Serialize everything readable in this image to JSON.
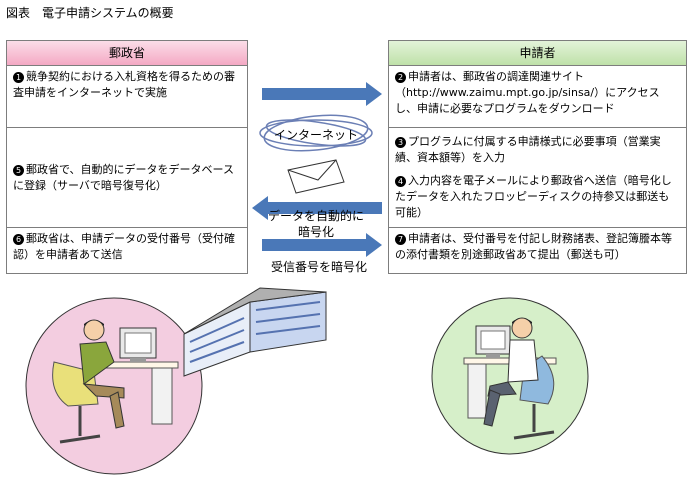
{
  "title": "図表　電子申請システムの概要",
  "left_panel": {
    "header": "郵政省",
    "items": [
      {
        "num": "1",
        "text": "競争契約における入札資格を得るための審査申請をインターネットで実施"
      },
      {
        "num": "5",
        "text": "郵政省で、自動的にデータをデータベースに登録（サーバで暗号復号化）"
      },
      {
        "num": "6",
        "text": "郵政省は、申請データの受付番号（受付確認）を申請者あて送信"
      }
    ]
  },
  "right_panel": {
    "header": "申請者",
    "items": [
      {
        "num": "2",
        "text": "申請者は、郵政省の調達関連サイト（http://www.zaimu.mpt.go.jp/sinsa/）にアクセスし、申請に必要なプログラムをダウンロード"
      },
      {
        "num": "3",
        "text": "プログラムに付属する申請様式に必要事項（営業実績、資本額等）を入力"
      },
      {
        "num": "4",
        "text": "入力内容を電子メールにより郵政省へ送信（暗号化したデータを入れたフロッピーディスクの持参又は郵送も可能）"
      },
      {
        "num": "7",
        "text": "申請者は、受付番号を付記し財務諸表、登記簿謄本等の添付書類を別途郵政省あて提出（郵送も可）"
      }
    ]
  },
  "middle": {
    "internet_label": "インターネット",
    "auto_encrypt_label": "データを自動的に暗号化",
    "receipt_encrypt_label": "受信番号を暗号化"
  },
  "colors": {
    "left_header": "#f4a9c4",
    "right_header": "#bfe1a9",
    "arrow": "#4a78b8",
    "left_circle": "#f3cde0",
    "right_circle": "#d6efc9"
  }
}
